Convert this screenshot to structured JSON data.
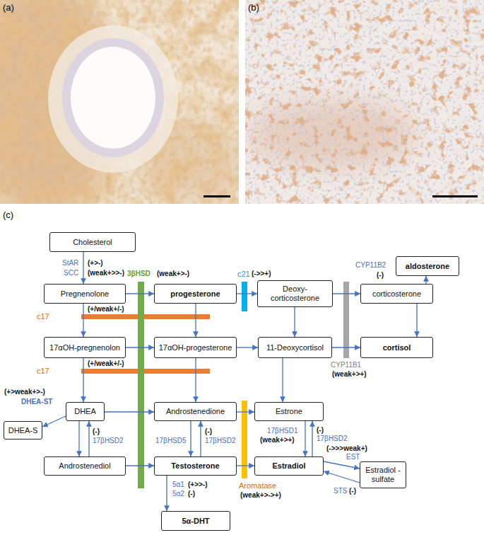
{
  "diagram": {
    "nodes": [
      {
        "text": [
          "Cholesterol"
        ]
      },
      {
        "text": [
          "Pregnenolone"
        ]
      },
      {
        "text": [
          "progesterone"
        ]
      },
      {
        "text": [
          "Deoxy- corticosterone"
        ]
      },
      {
        "text": [
          "corticosterone"
        ]
      },
      {
        "text": [
          "aldosterone"
        ]
      },
      {
        "text": [
          "17αOH-pregnenolon"
        ]
      },
      {
        "text": [
          "17αOH-progesterone"
        ]
      },
      {
        "text": [
          "11-Deoxycortisol"
        ]
      },
      {
        "text": [
          "cortisol"
        ]
      },
      {
        "text": [
          "DHEA"
        ]
      },
      {
        "text": [
          "DHEA-S"
        ]
      },
      {
        "text": [
          "Androstenedione"
        ]
      },
      {
        "text": [
          "Estrone"
        ]
      },
      {
        "text": [
          "Androstenediol"
        ]
      },
      {
        "text": [
          "Testosterone"
        ]
      },
      {
        "text": [
          "Estradiol"
        ]
      },
      {
        "text": [
          "Estradiol -sulfate"
        ]
      },
      {
        "text": [
          "5α-DHT"
        ]
      }
    ],
    "edges": [
      {
        "from": 0,
        "to": 1,
        "arrow": "to"
      },
      {
        "from": 1,
        "to": 2,
        "arrow": "to"
      },
      {
        "from": 2,
        "to": 3,
        "arrow": "to"
      },
      {
        "from": 3,
        "to": 4,
        "arrow": "to"
      },
      {
        "from": 4,
        "to": 5,
        "arrow": "to"
      },
      {
        "from": 4,
        "to": 9,
        "arrow": "to"
      },
      {
        "from": 1,
        "to": 6,
        "arrow": "to"
      },
      {
        "from": 2,
        "to": 7,
        "arrow": "to"
      },
      {
        "from": 3,
        "to": 8,
        "arrow": "to"
      },
      {
        "from": 6,
        "to": 7,
        "arrow": "to"
      },
      {
        "from": 7,
        "to": 8,
        "arrow": "to"
      },
      {
        "from": 8,
        "to": 9,
        "arrow": "to"
      },
      {
        "from": 6,
        "to": 10,
        "arrow": "to"
      },
      {
        "from": 7,
        "to": 12,
        "arrow": "to"
      },
      {
        "from": 8,
        "to": 13,
        "arrow": "to"
      },
      {
        "from": 10,
        "to": 11,
        "arrow": "to"
      },
      {
        "from": 10,
        "to": 12,
        "arrow": "to"
      },
      {
        "from": 10,
        "to": 14,
        "arrow": "to"
      },
      {
        "from": 14,
        "to": 10,
        "arrow": "to"
      },
      {
        "from": 14,
        "to": 15,
        "arrow": "to"
      },
      {
        "from": 12,
        "to": 15,
        "arrow": "to"
      },
      {
        "from": 15,
        "to": 12,
        "arrow": "to"
      },
      {
        "from": 12,
        "to": 13,
        "arrow": "to"
      },
      {
        "from": 15,
        "to": 16,
        "arrow": "to"
      },
      {
        "from": 13,
        "to": 16,
        "arrow": "to"
      },
      {
        "from": 16,
        "to": 13,
        "arrow": "to"
      },
      {
        "from": 16,
        "to": 17,
        "arrow": "to"
      },
      {
        "from": 17,
        "to": 16,
        "arrow": "to"
      },
      {
        "from": 15,
        "to": 18,
        "arrow": "to"
      }
    ],
    "labels": [
      "(a)",
      "(b)",
      "(c)",
      "StAR",
      "(+>-)",
      "SCC",
      "(weak+>>-)",
      "3βHSD",
      "(weak+>-)",
      "c21",
      "(->>+)",
      "CYP11B2",
      "(-)",
      "c17",
      "(+/weak+/-)",
      "c17",
      "(+/weak+/-)",
      "CYP11B1",
      "(weak+>+)",
      "(+>weak+>-)",
      "DHEA-ST",
      "(-)",
      "17βHSD2",
      "17βHSD5",
      "(-)",
      "17βHSD2",
      "17βHSD1",
      "(weak+>+)",
      "(-)",
      "17βHSD2",
      "(->>>weak+)",
      "EST",
      "STS",
      "(-)",
      "Aromatase",
      "(weak+>->+)",
      "5α1",
      "(+>>-)",
      "5α2",
      "(-)"
    ]
  }
}
